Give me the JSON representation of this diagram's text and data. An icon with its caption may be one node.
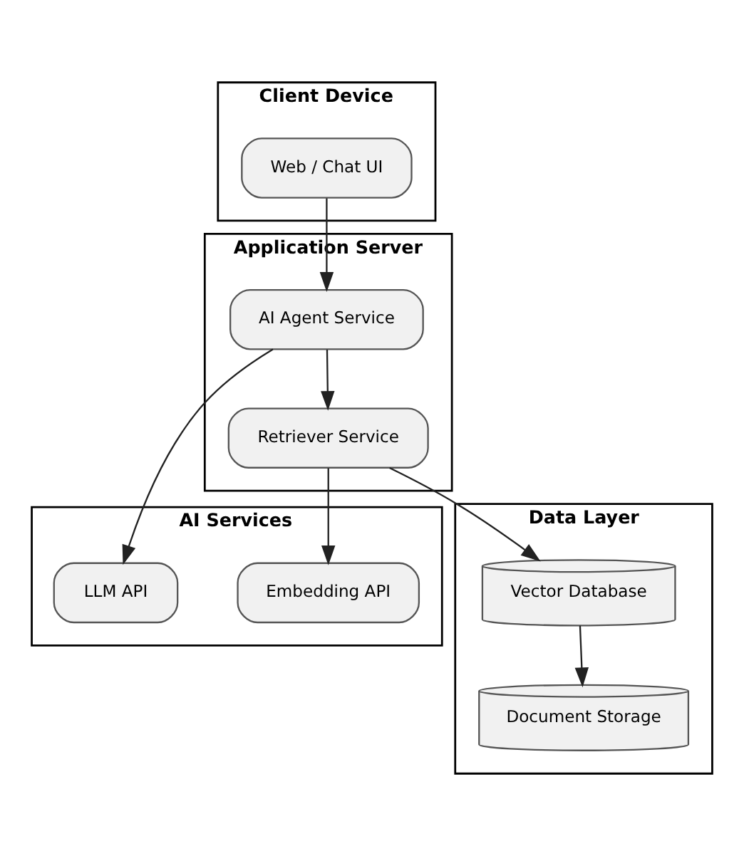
{
  "diagram": {
    "nodes": [
      {
        "text": [
          "Client Device"
        ]
      },
      {
        "text": [
          "Web / Chat UI"
        ],
        "in": 0
      },
      {
        "text": [
          "Application Server"
        ]
      },
      {
        "text": [
          "AI Agent Service"
        ],
        "in": 2
      },
      {
        "text": [
          "Retriever Service"
        ],
        "in": 2
      },
      {
        "text": [
          "AI Services"
        ]
      },
      {
        "text": [
          "LLM API"
        ],
        "in": 5
      },
      {
        "text": [
          "Embedding API"
        ],
        "in": 5
      },
      {
        "text": [
          "Data Layer"
        ]
      },
      {
        "text": [
          "Vector Database"
        ],
        "in": 8
      },
      {
        "text": [
          "Document Storage"
        ],
        "in": 8
      }
    ],
    "edges": [
      {
        "from": 1,
        "to": 3,
        "arrow": "to"
      },
      {
        "from": 3,
        "to": 4,
        "arrow": "to"
      },
      {
        "from": 3,
        "to": 6,
        "arrow": "to"
      },
      {
        "from": 4,
        "to": 7,
        "arrow": "to"
      },
      {
        "from": 4,
        "to": 9,
        "arrow": "to"
      },
      {
        "from": 9,
        "to": 10,
        "arrow": "to"
      }
    ]
  }
}
